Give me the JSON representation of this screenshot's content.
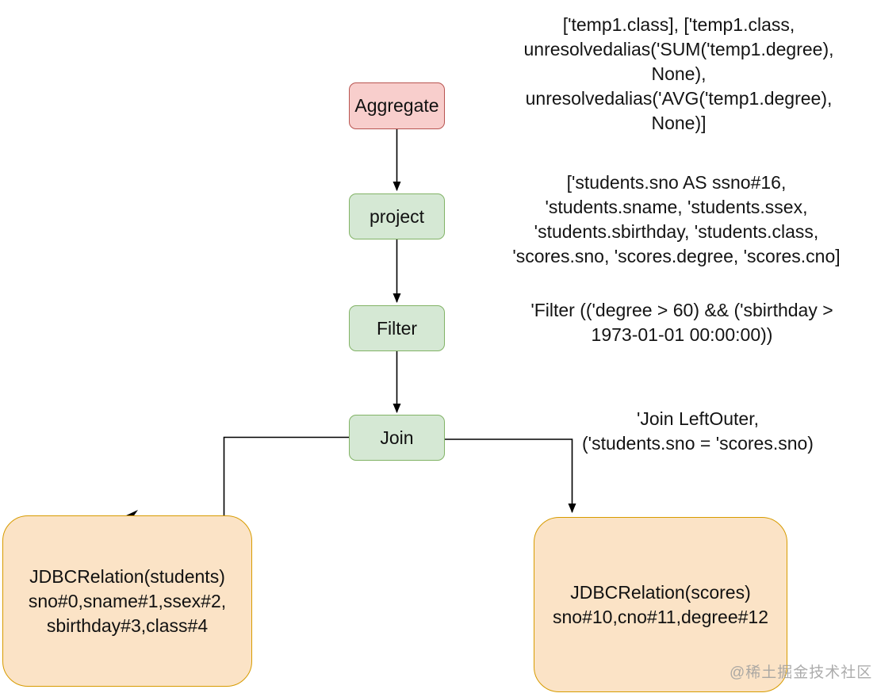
{
  "nodes": {
    "aggregate": {
      "label": "Aggregate",
      "fill": "#f8cecc",
      "border": "#b85450"
    },
    "project": {
      "label": "project",
      "fill": "#d5e8d4",
      "border": "#82b366"
    },
    "filter": {
      "label": "Filter",
      "fill": "#d5e8d4",
      "border": "#82b366"
    },
    "join": {
      "label": "Join",
      "fill": "#d5e8d4",
      "border": "#82b366"
    },
    "students": {
      "lines": [
        "JDBCRelation(students)",
        "sno#0,sname#1,ssex#2,",
        "sbirthday#3,class#4"
      ],
      "fill": "#fbe3c6",
      "border": "#d79b00"
    },
    "scores": {
      "lines": [
        "JDBCRelation(scores)",
        "sno#10,cno#11,degree#12"
      ],
      "fill": "#fbe3c6",
      "border": "#d79b00"
    }
  },
  "annotations": {
    "aggregate": {
      "lines": [
        "['temp1.class], ['temp1.class,",
        "unresolvedalias('SUM('temp1.degree),",
        "None),",
        "unresolvedalias('AVG('temp1.degree),",
        "None)]"
      ]
    },
    "project": {
      "lines": [
        "['students.sno AS ssno#16,",
        "'students.sname, 'students.ssex,",
        "'students.sbirthday, 'students.class,",
        "'scores.sno, 'scores.degree, 'scores.cno]"
      ]
    },
    "filter": {
      "lines": [
        "'Filter (('degree > 60) && ('sbirthday >",
        "1973-01-01 00:00:00))"
      ]
    },
    "join": {
      "lines": [
        "'Join LeftOuter,",
        "('students.sno = 'scores.sno)"
      ]
    }
  },
  "edges": [
    {
      "from": "aggregate",
      "to": "project"
    },
    {
      "from": "project",
      "to": "filter"
    },
    {
      "from": "filter",
      "to": "join"
    },
    {
      "from": "join",
      "to": "students"
    },
    {
      "from": "join",
      "to": "scores"
    }
  ],
  "watermark": {
    "text": "@稀土掘金技术社区",
    "color": "#9e9e9e"
  }
}
